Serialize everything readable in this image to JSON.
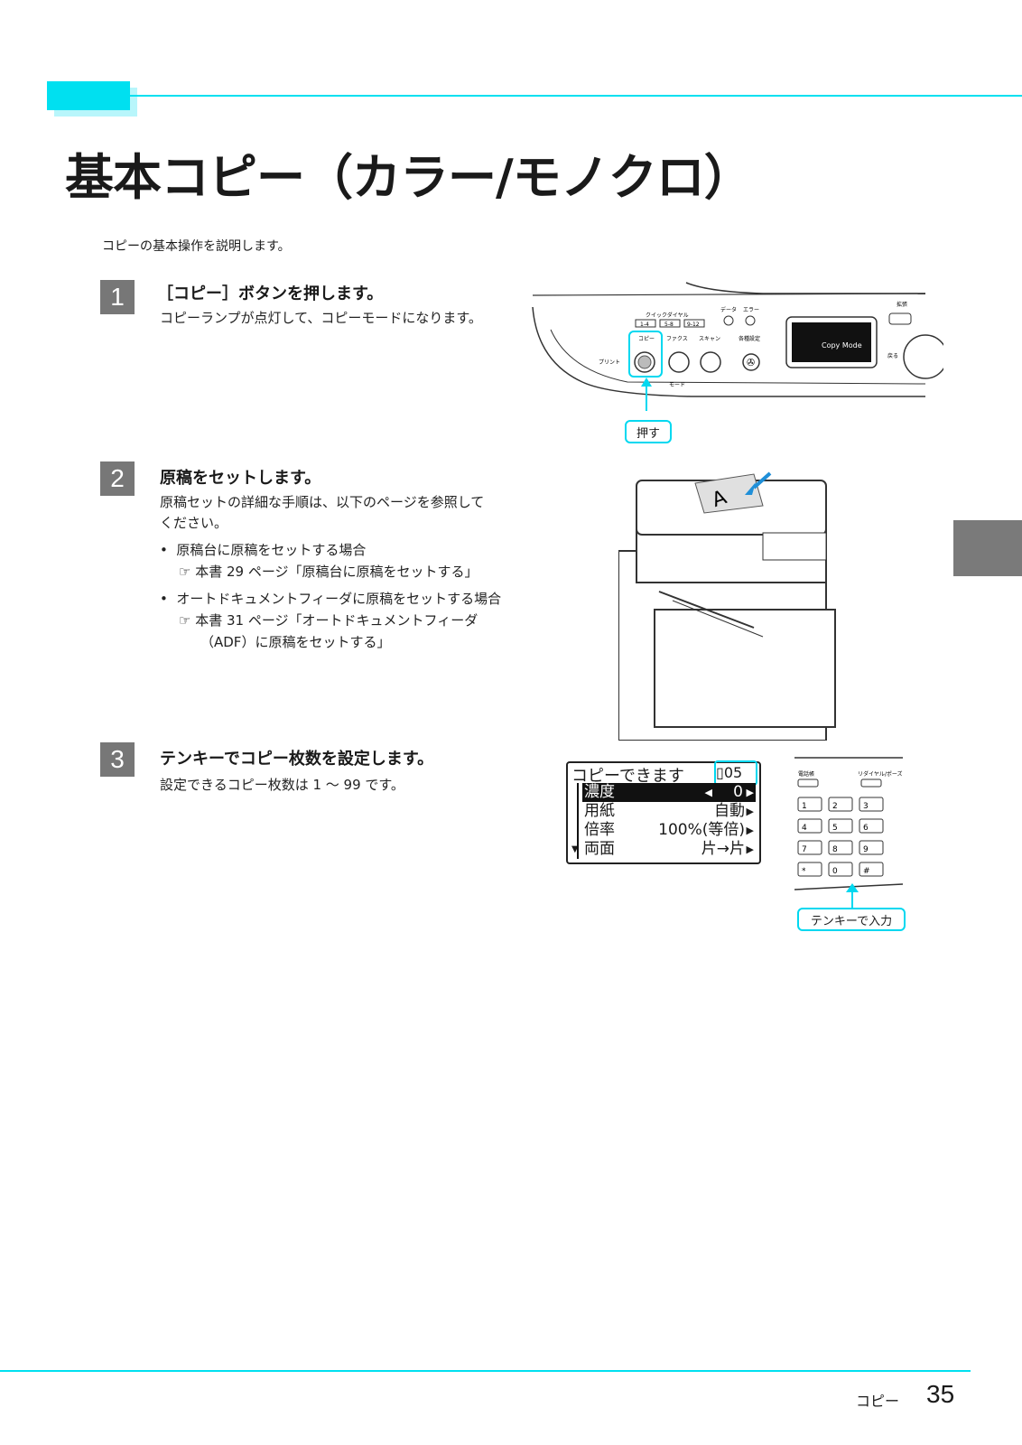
{
  "title": "基本コピー（カラー/モノクロ）",
  "intro": "コピーの基本操作を説明します。",
  "steps": [
    {
      "num": "1",
      "heading": "［コピー］ボタンを押します。",
      "body": "コピーランプが点灯して、コピーモードになります。"
    },
    {
      "num": "2",
      "heading": "原稿をセットします。",
      "body_line1": "原稿セットの詳細な手順は、以下のページを参照して",
      "body_line2": "ください。",
      "bullets": [
        {
          "text": "原稿台に原稿をセットする場合",
          "ref": "本書 29 ページ「原稿台に原稿をセットする」",
          "ref2": ""
        },
        {
          "text": "オートドキュメントフィーダに原稿をセットする場合",
          "ref": "本書 31 ページ「オートドキュメントフィーダ",
          "ref2": "（ADF）に原稿をセットする」"
        }
      ]
    },
    {
      "num": "3",
      "heading": "テンキーでコピー枚数を設定します。",
      "body": "設定できるコピー枚数は 1 〜 99 です。"
    }
  ],
  "panel": {
    "quick_dial_label": "クイックダイヤル",
    "quick_dial_buttons": [
      "1-4",
      "5-8",
      "9-12"
    ],
    "data_label": "データ",
    "error_label": "エラー",
    "copy_label": "コピー",
    "fax_label": "ファクス",
    "scan_label": "スキャン",
    "settings_label": "各種設定",
    "print_label": "プリント",
    "mode_label": "モード",
    "screen_text": "Copy Mode",
    "back_label": "戻る",
    "switch_label": "拡張",
    "callout": "押す"
  },
  "lcd": {
    "title": "コピーできます",
    "count": "05",
    "rows": [
      {
        "label": "濃度",
        "value": "0"
      },
      {
        "label": "用紙",
        "value": "自動"
      },
      {
        "label": "倍率",
        "value": "100%(等倍)"
      },
      {
        "label": "両面",
        "value": "片→片"
      }
    ]
  },
  "keypad": {
    "phonebook_label": "電話帳",
    "redial_label": "リダイヤル/ポーズ",
    "keys": [
      [
        "1",
        "2",
        "3"
      ],
      [
        "4",
        "5",
        "6"
      ],
      [
        "7",
        "8",
        "9"
      ],
      [
        "*",
        "0",
        "#"
      ]
    ],
    "callout": "テンキーで入力"
  },
  "doc_label": "A",
  "footer": {
    "section": "コピー",
    "page": "35"
  },
  "colors": {
    "accent": "#00e0f0",
    "step_box": "#777777",
    "tab": "#7a7a7a"
  }
}
